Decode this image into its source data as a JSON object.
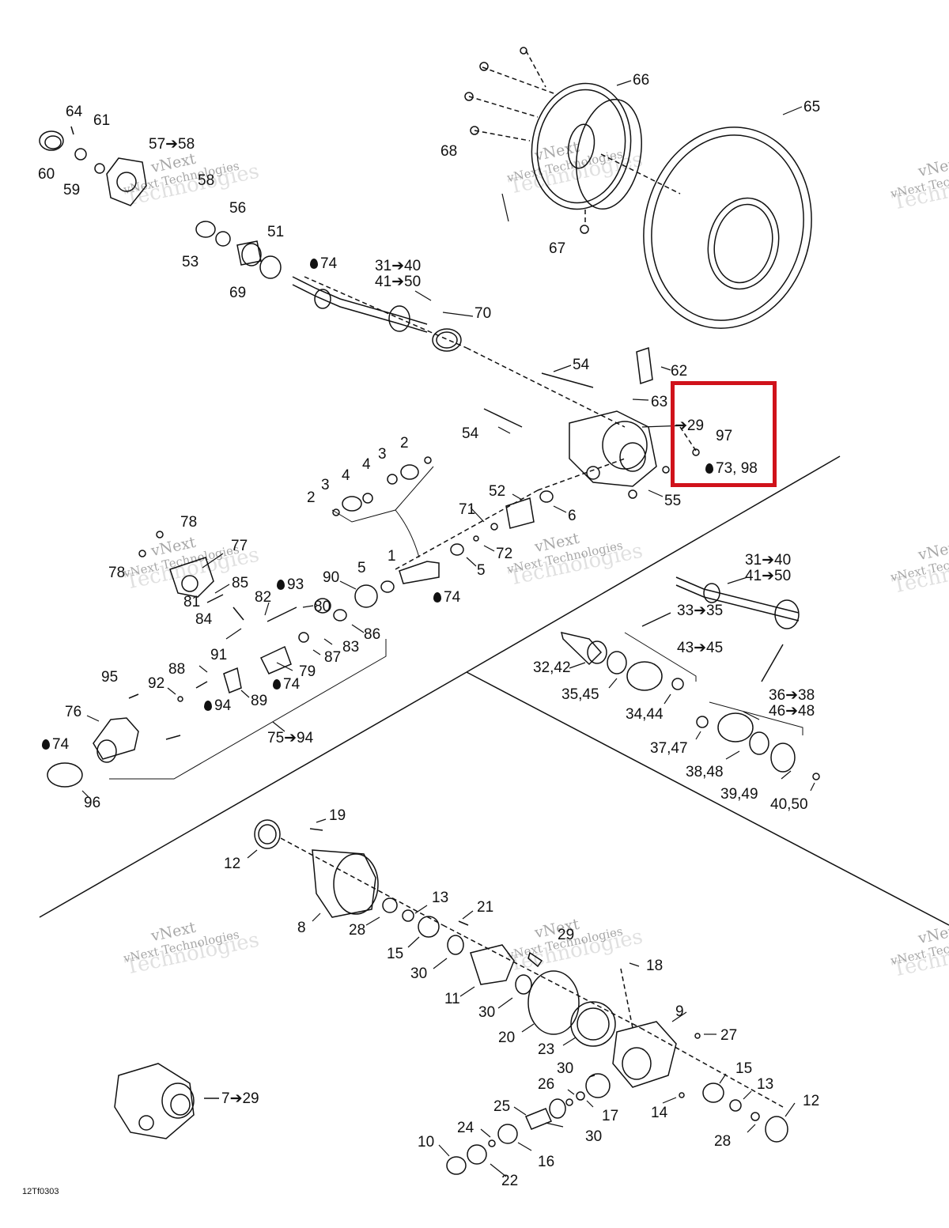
{
  "reference_code": "12Tf0303",
  "watermark": {
    "line1": "vNext",
    "line2": "vNext Technologies",
    "line3": "Technologies"
  },
  "highlight_color": "#d0121b",
  "callouts": {
    "c64": "64",
    "c61": "61",
    "c57_58": "57➔58",
    "c60": "60",
    "c59": "59",
    "c58": "58",
    "c56": "56",
    "c51": "51",
    "c53": "53",
    "c69": "69",
    "c74a": "74",
    "c31_40a": "31➔40",
    "c41_50a": "41➔50",
    "c70": "70",
    "c66": "66",
    "c65": "65",
    "c68": "68",
    "c67": "67",
    "c54a": "54",
    "c62": "62",
    "c63": "63",
    "c54b": "54",
    "c7_29a": "➔29",
    "c97": "97",
    "c73_98": "73, 98",
    "c55": "55",
    "c2a": "2",
    "c3a": "3",
    "c4a": "4",
    "c3b": "3",
    "c4b": "4",
    "c2b": "2",
    "c52": "52",
    "c71": "71",
    "c6": "6",
    "c72": "72",
    "c1": "1",
    "c5a": "5",
    "c5b": "5",
    "c74b": "74",
    "c78a": "78",
    "c77": "77",
    "c78b": "78",
    "c85": "85",
    "c93": "93",
    "c82": "82",
    "c80": "80",
    "c81": "81",
    "c84": "84",
    "c90": "90",
    "c86": "86",
    "c83": "83",
    "c87": "87",
    "c91": "91",
    "c79": "79",
    "c74c": "74",
    "c95": "95",
    "c92": "92",
    "c88": "88",
    "c89": "89",
    "c94": "94",
    "c76": "76",
    "c74d": "74",
    "c75_94": "75➔94",
    "c96": "96",
    "c31_40b": "31➔40",
    "c41_50b": "41➔50",
    "c33_35": "33➔35",
    "c43_45": "43➔45",
    "c32_42": "32,42",
    "c35_45": "35,45",
    "c34_44": "34,44",
    "c36_38": "36➔38",
    "c46_48": "46➔48",
    "c37_47": "37,47",
    "c38_48": "38,48",
    "c39_49": "39,49",
    "c40_50": "40,50",
    "c19": "19",
    "c12a": "12",
    "c13a": "13",
    "c21": "21",
    "c8": "8",
    "c28a": "28",
    "c15a": "15",
    "c30a": "30",
    "c29": "29",
    "c18": "18",
    "c11": "11",
    "c30b": "30",
    "c9": "9",
    "c20": "20",
    "c23": "23",
    "c27": "27",
    "c7_29b": "7➔29",
    "c30c": "30",
    "c15b": "15",
    "c26": "26",
    "c13b": "13",
    "c12b": "12",
    "c25": "25",
    "c17": "17",
    "c14": "14",
    "c24": "24",
    "c30d": "30",
    "c28b": "28",
    "c10": "10",
    "c16": "16",
    "c22": "22"
  }
}
